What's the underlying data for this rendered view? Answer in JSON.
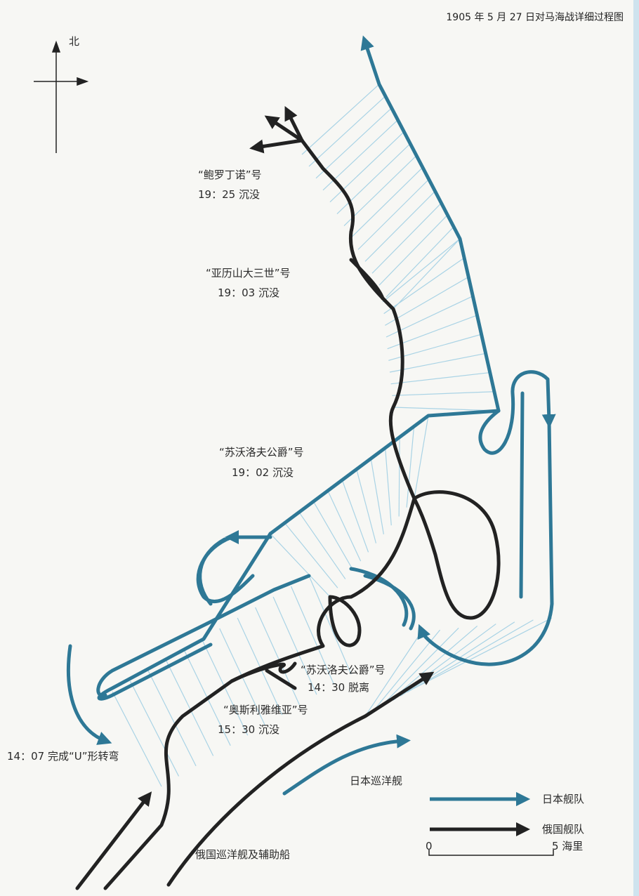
{
  "title": "1905 年 5 月 27 日对马海战详细过程图",
  "compass": {
    "label": "北",
    "icon": "north-arrow-icon"
  },
  "annotations": {
    "borodino": {
      "name": "“鲍罗丁诺”号",
      "event": "19：25 沉没"
    },
    "alexander": {
      "name": "“亚历山大三世”号",
      "event": "19：03 沉没"
    },
    "suvorov_sunk": {
      "name": "“苏沃洛夫公爵”号",
      "event": "19：02 沉没"
    },
    "suvorov_out": {
      "name": "“苏沃洛夫公爵”号",
      "event": "14：30 脱离"
    },
    "oslyabya": {
      "name": "“奥斯利雅维亚”号",
      "event": "15：30 沉没"
    },
    "uturn": "14：07 完成“U”形转弯",
    "jp_cruisers": "日本巡洋舰",
    "ru_cruisers": "俄国巡洋舰及辅助船"
  },
  "legend": {
    "japan": {
      "label": "日本舰队",
      "color": "#2e7896"
    },
    "russia": {
      "label": "俄国舰队",
      "color": "#222222"
    }
  },
  "scale": {
    "start": "0",
    "end": "5 海里"
  },
  "colors": {
    "fire_lines": "#a9d3e5",
    "background": "#f7f7f4"
  }
}
